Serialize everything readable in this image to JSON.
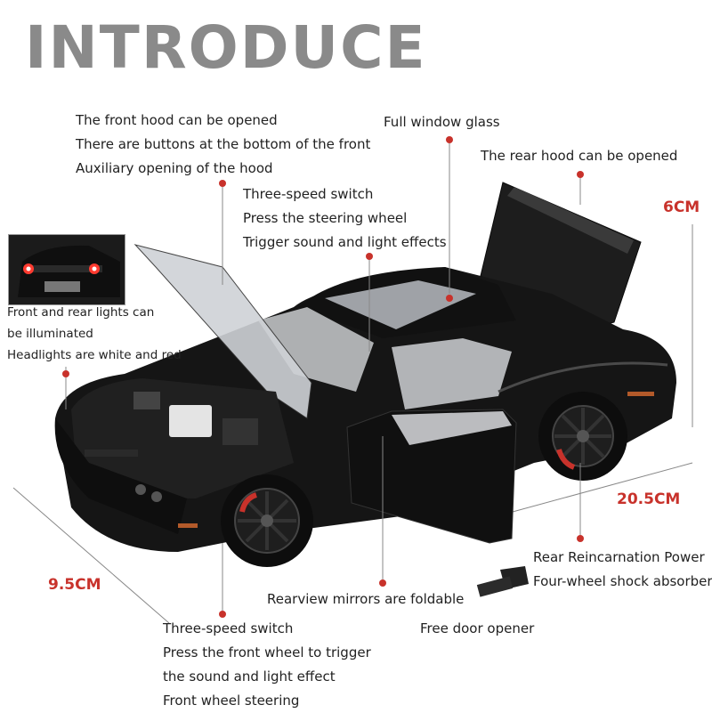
{
  "header": {
    "title": "INTRODUCE"
  },
  "labels": {
    "front_hood": [
      "The front hood can be opened",
      "There are buttons at the bottom of the front",
      "Auxiliary opening of the hood"
    ],
    "window": [
      "Full window glass"
    ],
    "rear_hood": [
      "The rear hood can be opened"
    ],
    "switch_top": [
      "Three-speed switch",
      "Press the steering wheel",
      "Trigger sound and light effects"
    ],
    "lights": [
      "Front and rear lights can",
      "be illuminated",
      "Headlights are white and red"
    ],
    "mirrors": [
      "Rearview mirrors are foldable"
    ],
    "door": [
      "Free door opener"
    ],
    "rear_power": [
      "Rear Reincarnation Power",
      "Four-wheel shock absorber"
    ],
    "switch_bottom": [
      "Three-speed switch",
      "Press the front wheel to trigger",
      "the sound and light effect",
      "Front wheel steering"
    ]
  },
  "dimensions": {
    "height": "6CM",
    "length": "20.5CM",
    "width": "9.5CM"
  },
  "colors": {
    "accent": "#c8322b",
    "title": "#8a8a8a",
    "car_body": "#151515"
  }
}
